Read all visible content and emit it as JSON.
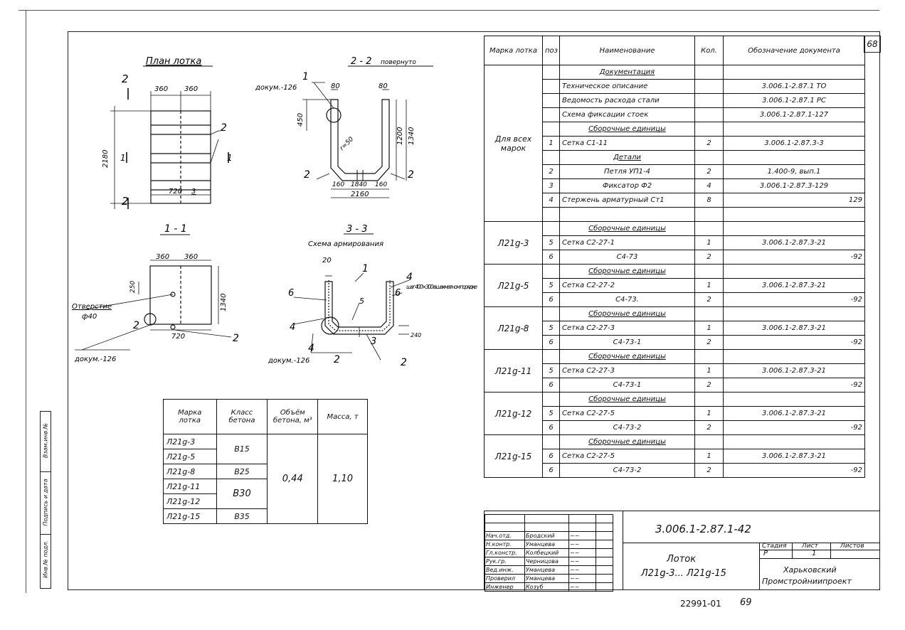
{
  "sheet": {
    "number": "68",
    "bottom_code": "22991-01",
    "bottom_page": "69"
  },
  "views": {
    "plan_title": "План лотка",
    "section22_title": "2 - 2",
    "section22_note": "повернуто",
    "section11_title": "1 - 1",
    "section33_title": "3 - 3",
    "section33_subtitle": "Схема армирования",
    "dims": {
      "d360": "360",
      "d720": "720",
      "d2180": "2180",
      "d80": "80",
      "d450": "450",
      "d1200": "1200",
      "d1340": "1340",
      "d160": "160",
      "d1840": "1840",
      "d2160": "2160",
      "d250": "250",
      "d20": "20",
      "d240": "240",
      "d1": "1",
      "d2": "2",
      "d3": "3",
      "d4": "4",
      "d5": "5",
      "d6": "6",
      "r50": "r=50"
    },
    "labels": {
      "dokum": "докум.-126",
      "hole": "Отверстие",
      "hole_d": "ф40",
      "step": "шаг 400×300 в шахматном порядке"
    }
  },
  "mass_table": {
    "headers": [
      "Марка лотка",
      "Класс бетона",
      "Объём бетона, м³",
      "Масса, т"
    ],
    "marks": [
      "Л21g-3",
      "Л21g-5",
      "Л21g-8",
      "Л21g-11",
      "Л21g-12",
      "Л21g-15"
    ],
    "classes": [
      "В15",
      "В25",
      "В30",
      "В35"
    ],
    "volume": "0,44",
    "mass": "1,10"
  },
  "spec_table": {
    "headers": [
      "Марка лотка",
      "поз",
      "Наименование",
      "Кол.",
      "Обозначение документа"
    ],
    "common_mark": "Для всех марок",
    "sections": {
      "documentation": "Документация",
      "assemblies": "Сборочные единицы",
      "details": "Детали"
    },
    "common_rows": [
      {
        "pos": "",
        "name": "Техническое описание",
        "qty": "",
        "doc": "3.006.1-2.87.1 ТО"
      },
      {
        "pos": "",
        "name": "Ведомость расхода стали",
        "qty": "",
        "doc": "3.006.1-2.87.1 РС"
      },
      {
        "pos": "",
        "name": "Схема фиксации стоек",
        "qty": "",
        "doc": "3.006.1-2.87.1-127"
      },
      {
        "pos": "1",
        "name": "Сетка С1-11",
        "qty": "2",
        "doc": "3.006.1-2.87.3-3"
      },
      {
        "pos": "2",
        "name": "Петля УП1-4",
        "qty": "2",
        "doc": "1.400-9, вып.1"
      },
      {
        "pos": "3",
        "name": "Фиксатор Ф2",
        "qty": "4",
        "doc": "3.006.1-2.87.3-129"
      },
      {
        "pos": "4",
        "name": "Стержень арматурный Ст1",
        "qty": "8",
        "doc": "129"
      }
    ],
    "groups": [
      {
        "mark": "Л21g-3",
        "rows": [
          {
            "pos": "5",
            "name": "Сетка С2-27-1",
            "qty": "1",
            "doc": "3.006.1-2.87.3-21"
          },
          {
            "pos": "6",
            "name": "С4-73",
            "qty": "2",
            "doc": "-92"
          }
        ]
      },
      {
        "mark": "Л21g-5",
        "rows": [
          {
            "pos": "5",
            "name": "Сетка С2-27-2",
            "qty": "1",
            "doc": "3.006.1-2.87.3-21"
          },
          {
            "pos": "6",
            "name": "С4-73.",
            "qty": "2",
            "doc": "-92"
          }
        ]
      },
      {
        "mark": "Л21g-8",
        "rows": [
          {
            "pos": "5",
            "name": "Сетка С2-27-3",
            "qty": "1",
            "doc": "3.006.1-2.87.3-21"
          },
          {
            "pos": "6",
            "name": "С4-73-1",
            "qty": "2",
            "doc": "-92"
          }
        ]
      },
      {
        "mark": "Л21g-11",
        "rows": [
          {
            "pos": "5",
            "name": "Сетка С2-27-3",
            "qty": "1",
            "doc": "3.006.1-2.87.3-21"
          },
          {
            "pos": "6",
            "name": "С4-73-1",
            "qty": "2",
            "doc": "-92"
          }
        ]
      },
      {
        "mark": "Л21g-12",
        "rows": [
          {
            "pos": "5",
            "name": "Сетка С2-27-5",
            "qty": "1",
            "doc": "3.006.1-2.87.3-21"
          },
          {
            "pos": "6",
            "name": "С4-73-2",
            "qty": "2",
            "doc": "-92"
          }
        ]
      },
      {
        "mark": "Л21g-15",
        "rows": [
          {
            "pos": "6",
            "name": "Сетка С2-27-5",
            "qty": "1",
            "doc": "3.006.1-2.87.3-21"
          },
          {
            "pos": "6",
            "name": "С4-73-2",
            "qty": "2",
            "doc": "-92"
          }
        ]
      }
    ]
  },
  "title_block": {
    "code": "3.006.1-2.87.1-42",
    "name_line1": "Лоток",
    "name_line2": "Л21g-3... Л21g-15",
    "stage_label": "Стадия",
    "sheet_label": "Лист",
    "sheets_label": "Листов",
    "stage": "Р",
    "sheet": "1",
    "org_line1": "Харьковский",
    "org_line2": "Промстройниипроект",
    "people": [
      {
        "role": "Нач.отд.",
        "name": "Бродский"
      },
      {
        "role": "Н.контр.",
        "name": "Уманцева"
      },
      {
        "role": "Гл.констр.",
        "name": "Колбецкий"
      },
      {
        "role": "Рук.гр.",
        "name": "Черницова"
      },
      {
        "role": "Вед.инж.",
        "name": "Уманцева"
      },
      {
        "role": "Проверил",
        "name": "Уманцева"
      },
      {
        "role": "Инженер",
        "name": "Козуб"
      }
    ]
  },
  "side_stamp": {
    "cells": [
      "Инв.№ подл.",
      "Подпись и дата",
      "Взам.инв.№"
    ]
  }
}
